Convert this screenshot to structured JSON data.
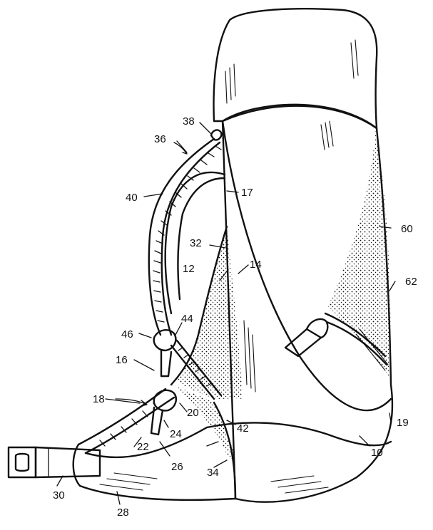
{
  "reference_numerals": {
    "n10": "10",
    "n12": "12",
    "n14": "14",
    "n16": "16",
    "n17": "17",
    "n18": "18",
    "n19": "19",
    "n20": "20",
    "n22": "22",
    "n24": "24",
    "n26": "26",
    "n28": "28",
    "n30": "30",
    "n32": "32",
    "n34": "34",
    "n36": "36",
    "n38": "38",
    "n40": "40",
    "n42": "42",
    "n44": "44",
    "n46": "46",
    "n60": "60",
    "n62": "62"
  },
  "colors": {
    "ink": "#111111",
    "paper": "#ffffff"
  }
}
